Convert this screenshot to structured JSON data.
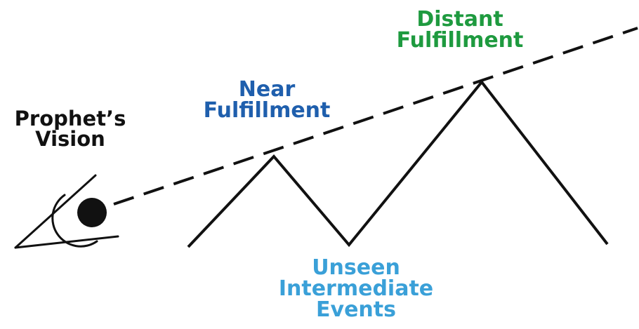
{
  "labels": {
    "prophet": {
      "line1": "Prophet’s",
      "line2": "Vision"
    },
    "near": {
      "line1": "Near",
      "line2": "Fulfillment"
    },
    "distant": {
      "line1": "Distant",
      "line2": "Fulfillment"
    },
    "unseen": {
      "line1": "Unseen",
      "line2": "Intermediate",
      "line3": "Events"
    }
  },
  "colors": {
    "ink": "#111111",
    "near": "#1f5fad",
    "distant": "#1e9a3f",
    "unseen": "#3aa0d8"
  },
  "icons": [
    "eye-icon"
  ]
}
